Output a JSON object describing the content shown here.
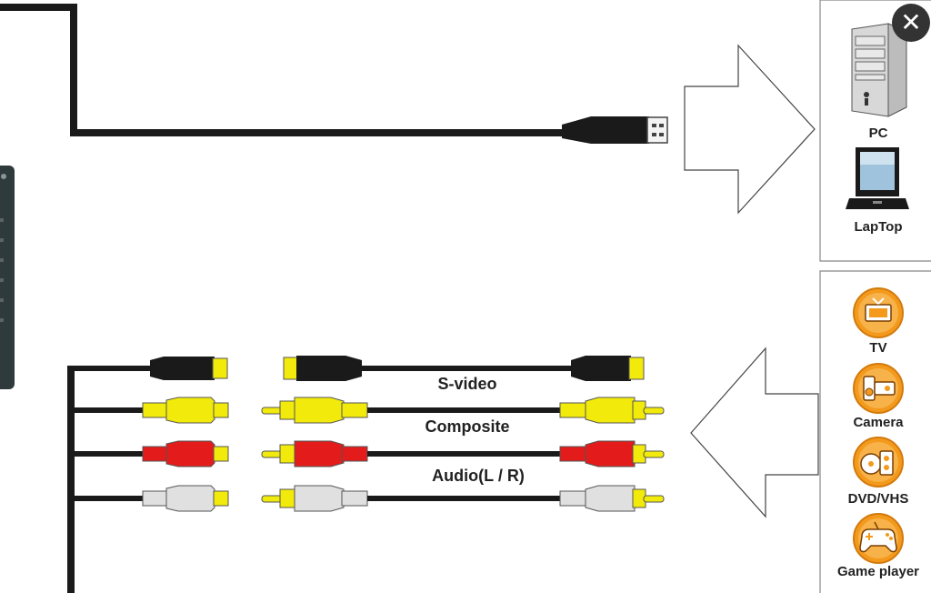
{
  "close_button": {
    "glyph": "✕",
    "icon": "close-icon"
  },
  "output_devices": [
    {
      "label": "PC",
      "icon": "pc-tower-icon"
    },
    {
      "label": "LapTop",
      "icon": "laptop-icon"
    }
  ],
  "input_devices": [
    {
      "label": "TV",
      "icon": "tv-icon"
    },
    {
      "label": "Camera",
      "icon": "camera-icon"
    },
    {
      "label": "DVD/VHS",
      "icon": "dvd-vhs-icon"
    },
    {
      "label": "Game player",
      "icon": "game-controller-icon"
    }
  ],
  "cables": [
    {
      "label": "S-video"
    },
    {
      "label": "Composite"
    },
    {
      "label": "Audio(L / R)"
    }
  ],
  "colors": {
    "cable": "#1a1a1a",
    "svideo_plug": "#1a1a1a",
    "composite_plug": "#f2ea0a",
    "audio_left_plug": "#e0e0e0",
    "audio_right_plug": "#e31b1b",
    "connector_gold": "#f2ea0a",
    "icon_orange": "#f39a1d"
  }
}
